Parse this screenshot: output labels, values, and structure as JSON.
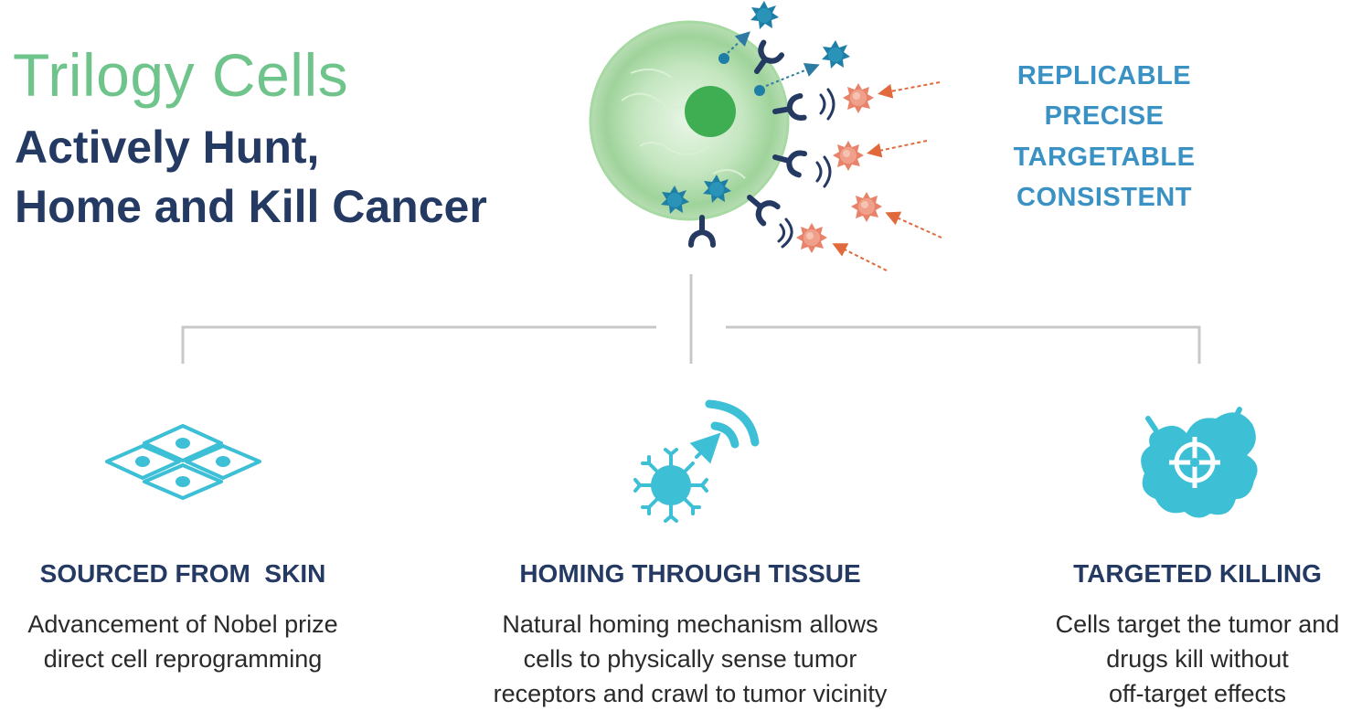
{
  "header": {
    "brand": "Trilogy Cells",
    "tagline_line1": "Actively Hunt,",
    "tagline_line2": "Home and Kill Cancer"
  },
  "attributes": [
    "REPLICABLE",
    "PRECISE",
    "TARGETABLE",
    "CONSISTENT"
  ],
  "features": [
    {
      "title": "SOURCED FROM  SKIN",
      "desc": [
        "Advancement of Nobel prize",
        "direct cell reprogramming"
      ],
      "icon": "cell-cluster-icon"
    },
    {
      "title": "HOMING THROUGH TISSUE",
      "desc": [
        "Natural homing mechanism allows",
        "cells to physically sense tumor",
        "receptors and crawl to tumor vicinity"
      ],
      "icon": "cell-signal-icon"
    },
    {
      "title": "TARGETED KILLING",
      "desc": [
        "Cells target the tumor and",
        "drugs kill without",
        "off-target effects"
      ],
      "icon": "target-tumor-icon"
    }
  ],
  "colors": {
    "brand_green": "#6ec48a",
    "navy": "#243a63",
    "attr_blue": "#3a92c4",
    "icon_cyan": "#3dbfd6",
    "tumor_orange": "#e07a5f",
    "connector_gray": "#c8c8c8"
  }
}
